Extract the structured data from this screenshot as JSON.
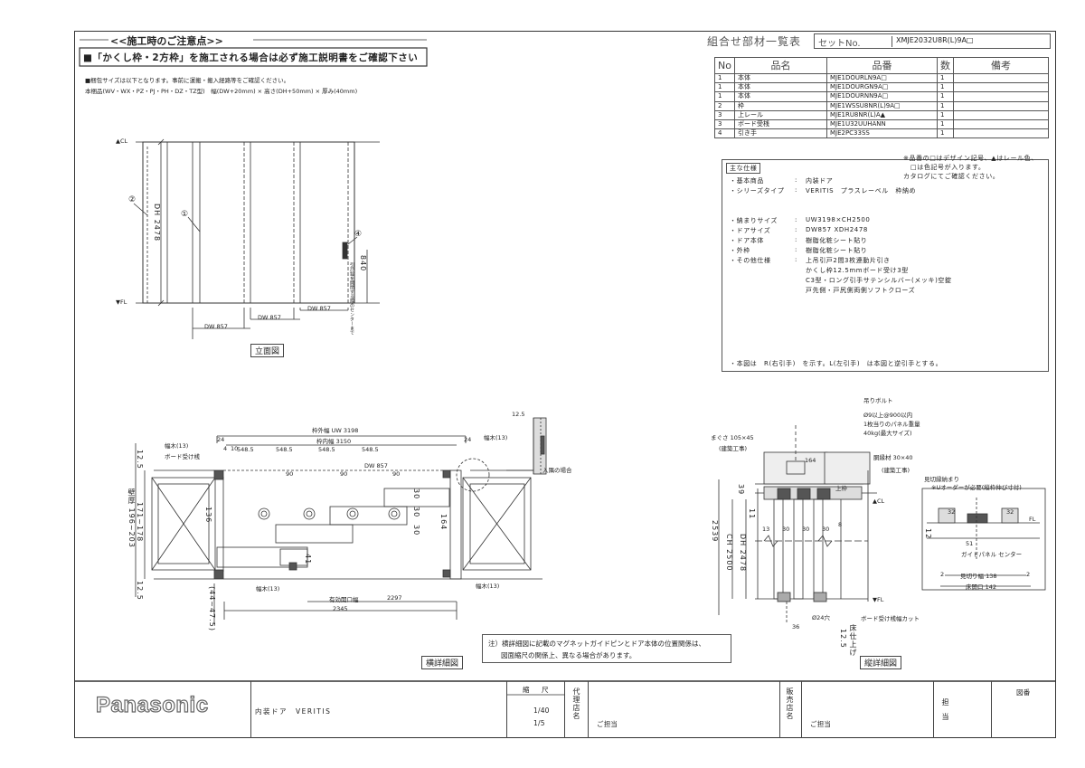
{
  "header": {
    "title": "<<施工時のご注意点>>",
    "warning": "■「かくし枠・2方枠」を施工される場合は必ず施工説明書をご確認下さい",
    "package_note": "■梱包サイズは以下となります。事前に運搬・搬入経路等をご確認ください。",
    "package_size": "本梱品(WV・WX・PZ・PJ・PH・DZ・TZ型)　幅(DW+20mm) × 高さ(DH+50mm) × 厚み(40mm)"
  },
  "parts_list": {
    "title": "組合せ部材一覧表",
    "set_label": "セットNo.",
    "set_no": "XMJE2032U8R(L)9A□",
    "columns": [
      "No",
      "品名",
      "品番",
      "数",
      "備考"
    ],
    "rows": [
      {
        "no": "1",
        "name": "本体",
        "code": "MJE1DOURLN9A□",
        "qty": "1"
      },
      {
        "no": "1",
        "name": "本体",
        "code": "MJE1DOURGN9A□",
        "qty": "1"
      },
      {
        "no": "1",
        "name": "本体",
        "code": "MJE1DOURNN9A□",
        "qty": "1"
      },
      {
        "no": "2",
        "name": "枠",
        "code": "MJE1WSSU8NR(L)9A□",
        "qty": "1"
      },
      {
        "no": "3",
        "name": "上レール",
        "code": "MJE1RU8NR(L)A▲",
        "qty": "1"
      },
      {
        "no": "3",
        "name": "ボード受桟",
        "code": "MJE1U32UUHANN",
        "qty": "1"
      },
      {
        "no": "4",
        "name": "引き手",
        "code": "MJE2PC33SS",
        "qty": "1"
      }
    ],
    "footnote_1": "※品番の□はデザイン記号、▲はレール色、",
    "footnote_2": "□は色記号が入ります。",
    "footnote_3": "カタログにてご確認ください。"
  },
  "spec": {
    "section_label": "主な仕様",
    "base_product_key": "・基本商品",
    "base_product_val": "内装ドア",
    "series_key": "・シリーズタイプ",
    "series_val": "VERITIS　プラスレーベル　枠納め",
    "size_key": "・納まりサイズ",
    "size_val": "UW3198×CH2500",
    "door_size_key": "・ドアサイズ",
    "door_size_val": "DW857 XDH2478",
    "door_body_key": "・ドア本体",
    "door_body_val": "樹脂化粧シート貼り",
    "frame_key": "・外枠",
    "frame_val": "樹脂化粧シート貼り",
    "other_key": "・その他仕様",
    "other_1": "上吊引戸2間3枚連動片引き",
    "other_2": "かくし枠12.5mmボード受け3型",
    "other_3": "C3型・ロング引手サテンシルバー(メッキ)空錠",
    "other_4": "戸先側・戸尻側両側ソフトクローズ",
    "note": "・本図は　R(右引手)　を示す。L(左引手)　は本図と逆引手とする。"
  },
  "elevation": {
    "label": "立面図",
    "cl": "▲CL",
    "fl": "▼FL",
    "dh": "DH 2478",
    "handle_h": "840",
    "handle_note": "引戸錠を開閉する際のセンターまで",
    "dw_1": "DW 857",
    "dw_2": "DW 857",
    "dw_3": "DW 857",
    "c1": "①",
    "c2": "②",
    "c3": "④"
  },
  "plan": {
    "label": "横詳細図",
    "frame_width": "枠外幅 UW 3198",
    "inner_width": "枠内幅 3150",
    "board_receiver": "ボード受け桟",
    "fukaki": "幅木(13)",
    "d548_1": "548.5",
    "d548_2": "548.5",
    "d548_3": "548.5",
    "d548_4": "548.5",
    "d24_left": "24",
    "d24_right": "24",
    "d4": "4",
    "d10": "10",
    "d12_5": "12.5",
    "dw857": "DW 857",
    "d90_1": "90",
    "d90_2": "90",
    "d90_3": "90",
    "d136": "136",
    "d30a": "30",
    "d30b": "30",
    "d30c": "30",
    "d164": "164",
    "d41": "41",
    "d171": "171~178",
    "d196": "壁厚 196~203",
    "d44": "(44~47.5)",
    "d2297_label": "有効開口幅",
    "d2297": "2297",
    "d2345": "2345",
    "d12_5b": "12.5",
    "d12_5c": "12.5",
    "detail_label": "入隅の場合",
    "detail_12_5": "12.5"
  },
  "section": {
    "label": "縦詳細図",
    "bolt": "吊りボルト",
    "bolt_note_1": "Ø9以上@900以内",
    "bolt_note_2": "1枚当りのパネル重量",
    "bolt_note_3": "40kg(最大サイズ)",
    "mawaki": "まぐさ 105×45",
    "construction": "(建築工事)",
    "construction2": "(建築工事)",
    "furring": "胴縁材 30×40",
    "top_rail": "上枠",
    "d164": "164",
    "cl": "▲CL",
    "fl": "▼FL",
    "ch": "CH 2500",
    "d2539": "2539",
    "dh": "DH 2478",
    "d13": "13",
    "d30a": "30",
    "d30b": "30",
    "d30c": "30",
    "d8": "8",
    "d39": "39",
    "d11": "11",
    "d36": "36",
    "d24": "Ø24穴",
    "board_cut": "ボード受け桟幅カット",
    "floor_note": "12.5",
    "floor_label": "床仕上げ",
    "guide_title": "見切縁納まり",
    "guide_note": "※Uオーダーが必要(縦枠仲び寸付)",
    "guide_pin": "ガイドパネル センター",
    "d32a": "32",
    "d32b": "32",
    "d51": "51",
    "d2a": "2",
    "d2b": "2",
    "mikiri": "見切り幅 138",
    "yuka": "床開口 142",
    "d12": "12",
    "fl2": "FL"
  },
  "notice": {
    "line1": "注）横詳細図に記載のマグネットガイドピンとドア本体の位置関係は、",
    "line2": "図面縮尺の関係上、異なる場合があります。"
  },
  "title_block": {
    "brand": "Panasonic",
    "product": "内装ドア　VERITIS",
    "scale_label": "縮　尺",
    "scale_1": "1/40",
    "scale_2": "1/5",
    "agent": "代理店名",
    "agent_person": "ご担当",
    "dealer": "販売店名",
    "dealer_person": "ご担当",
    "manager": "担当",
    "drawing_no": "図番"
  }
}
